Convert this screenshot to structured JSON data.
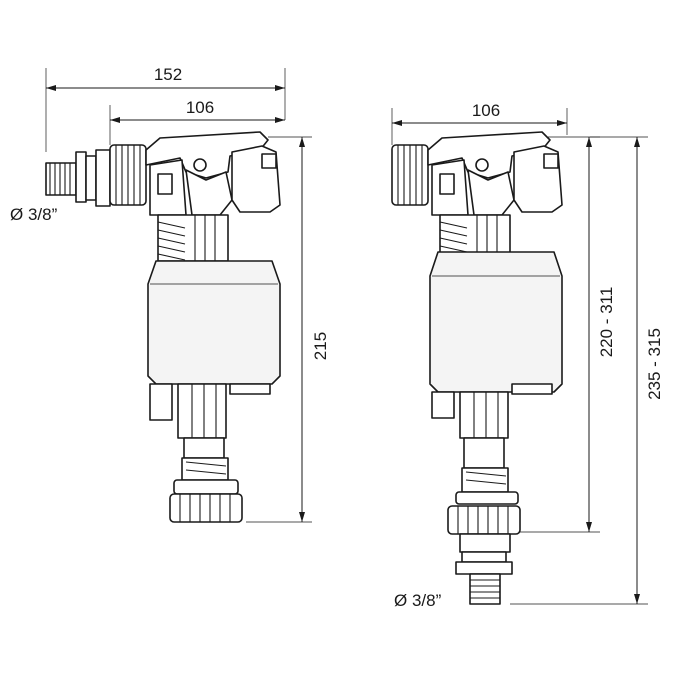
{
  "dimensions": {
    "left_total_width": "152",
    "left_body_width": "106",
    "left_height": "215",
    "left_thread": "Ø 3/8”",
    "right_body_width": "106",
    "right_height_range_inner": "220 - 311",
    "right_height_range_outer": "235 - 315",
    "right_thread": "Ø 3/8”"
  }
}
